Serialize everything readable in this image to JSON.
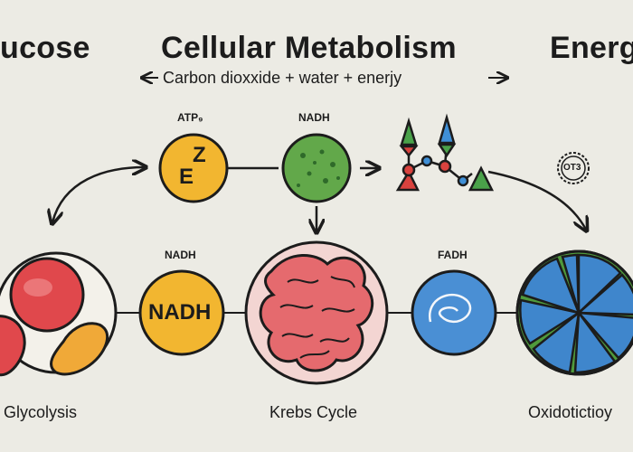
{
  "header": {
    "left_word": "ucose",
    "title": "Cellular Metabolism",
    "right_word": "Energ",
    "subtitle": "Carbon dioxxide + water + enerjy",
    "arrow_left": "←",
    "arrow_right": "→"
  },
  "top_row": {
    "atp_label": "ATP₉",
    "enzyme_letter_top": "Z",
    "enzyme_letter_bottom": "E",
    "nadh_label": "NADH",
    "ots_label": "OT3"
  },
  "bottom_row": {
    "glycolysis": "Glycolysis",
    "nadh_label": "NADH",
    "nadh_inner": "NADH",
    "krebs": "Krebs Cycle",
    "fadh_label": "FADH",
    "oxidative": "Oxidotictioy"
  },
  "colors": {
    "background": "#ecebe4",
    "enzyme_yellow": "#f2b630",
    "nadh_green": "#62a84a",
    "krebs_pink": "#e56a6e",
    "fadh_blue": "#4a8fd4",
    "mito_blue": "#3f86cc",
    "mito_green": "#4f9a3c",
    "glyco_red": "#e0484c",
    "glyco_orange": "#f0a938",
    "molecule_green": "#4aa24a",
    "molecule_red": "#d9423e",
    "molecule_blue": "#3f8fd6"
  }
}
